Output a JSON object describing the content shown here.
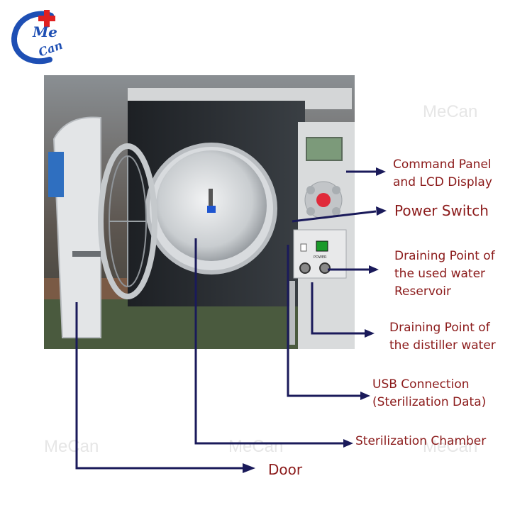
{
  "logo": {
    "text_top": "Me",
    "text_bottom": "Can",
    "colors": {
      "blue": "#1e4fb4",
      "red": "#e02020"
    }
  },
  "watermark": "MeCan",
  "callouts": [
    {
      "id": "command-panel",
      "lines": [
        "Command Panel",
        "and LCD Display"
      ]
    },
    {
      "id": "power-switch",
      "lines": [
        "Power Switch"
      ]
    },
    {
      "id": "draining-used",
      "lines": [
        "Draining Point of",
        "the used water",
        "Reservoir"
      ]
    },
    {
      "id": "draining-distiller",
      "lines": [
        "Draining Point of",
        "the distiller water"
      ]
    },
    {
      "id": "usb",
      "lines": [
        "USB Connection",
        "(Sterilization Data)"
      ]
    },
    {
      "id": "chamber",
      "lines": [
        "Sterilization Chamber"
      ]
    },
    {
      "id": "door",
      "lines": [
        "Door"
      ]
    }
  ],
  "panel": {
    "power_label": "POWER"
  },
  "colors": {
    "label_text": "#8b1a1a",
    "line": "#1a1a5a",
    "arrow": "#1a1a5a"
  }
}
